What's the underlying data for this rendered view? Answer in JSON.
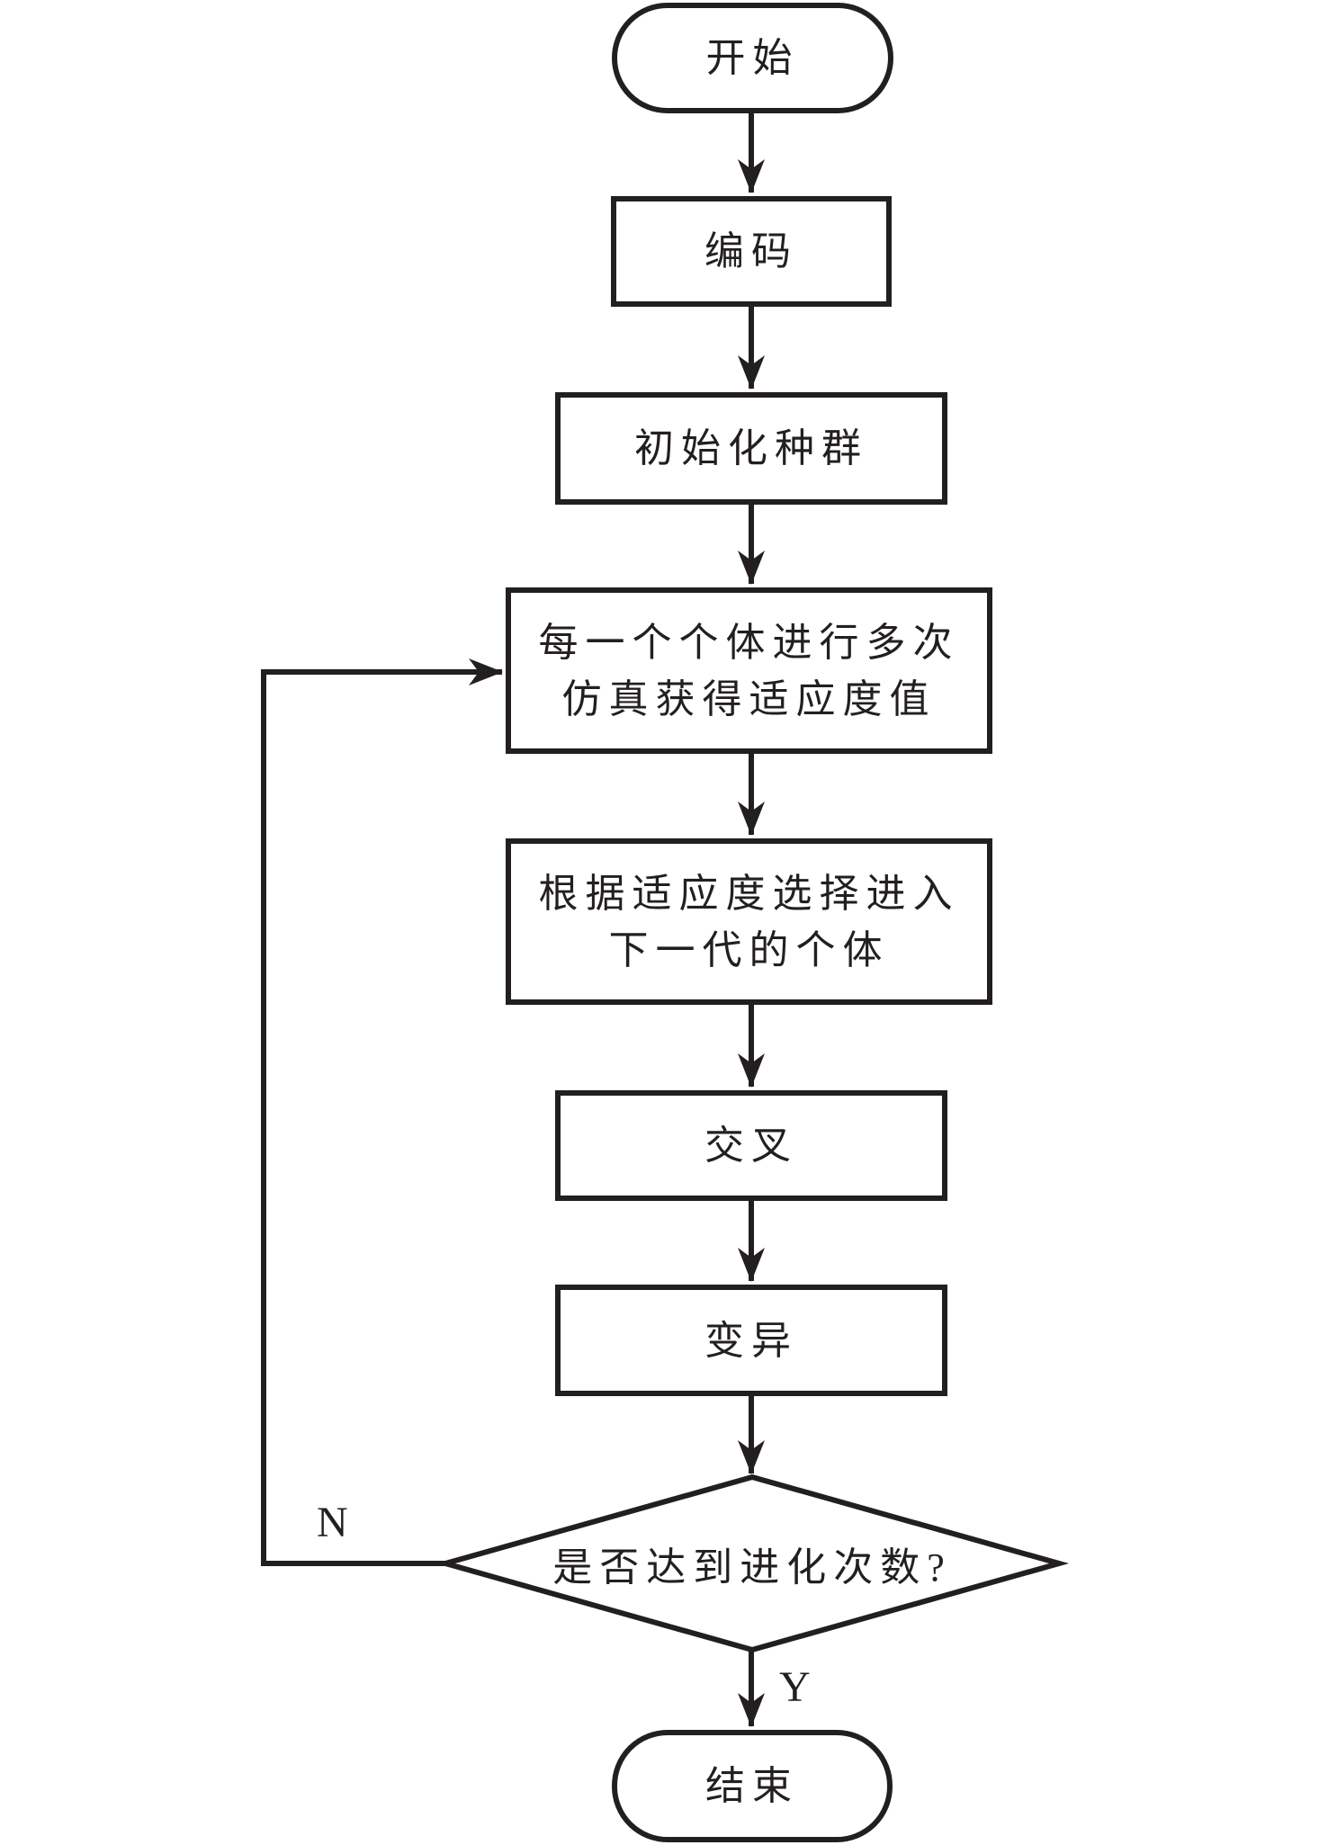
{
  "flowchart": {
    "nodes": {
      "start": {
        "label": "开始",
        "shape": "terminator"
      },
      "encode": {
        "label": "编码",
        "shape": "process"
      },
      "init": {
        "label": "初始化种群",
        "shape": "process"
      },
      "fitness": {
        "line1": "每一个个体进行多次",
        "line2": "仿真获得适应度值",
        "shape": "process"
      },
      "select": {
        "line1": "根据适应度选择进入",
        "line2": "下一代的个体",
        "shape": "process"
      },
      "cross": {
        "label": "交叉",
        "shape": "process"
      },
      "mutate": {
        "label": "变异",
        "shape": "process"
      },
      "decision": {
        "label": "是否达到进化次数?",
        "shape": "decision"
      },
      "end": {
        "label": "结束",
        "shape": "terminator"
      }
    },
    "edge_labels": {
      "no": "N",
      "yes": "Y"
    },
    "colors": {
      "line": "#231f20",
      "background": "#ffffff"
    }
  }
}
